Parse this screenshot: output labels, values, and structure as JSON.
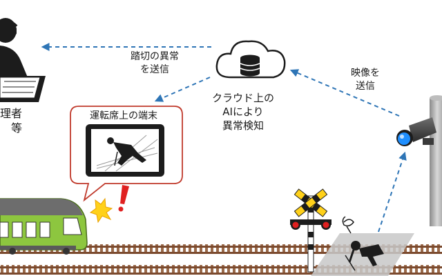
{
  "cloud_label": [
    "クラウド上の",
    "AIにより",
    "異常検知"
  ],
  "alert_label": [
    "踏切の異常",
    "を送信"
  ],
  "video_label": [
    "映像を",
    "送信"
  ],
  "admin_label": [
    "理者",
    "等"
  ],
  "terminal_label": "運転席上の端末",
  "colors": {
    "arrow": "#2e75b6",
    "callout_border": "#c0392b",
    "train_green": "#8dc63f",
    "train_gray": "#6d6d6d",
    "camera_blue": "#1f8fff",
    "alert_red": "#e02020",
    "alert_yellow": "#ffd11a"
  },
  "icons": [
    "headset-operator-icon",
    "cloud-database-icon",
    "security-camera-icon",
    "railroad-crossing-icon",
    "fallen-person-icon",
    "train-icon",
    "exclamation-icon"
  ]
}
